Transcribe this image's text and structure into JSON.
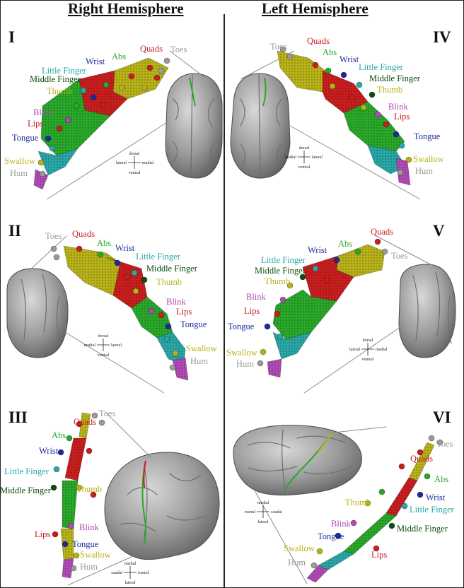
{
  "titles": {
    "right": "Right Hemisphere",
    "left": "Left Hemisphere"
  },
  "panel_labels": [
    "I",
    "II",
    "III",
    "IV",
    "V",
    "VI"
  ],
  "colors": {
    "toes": "#9a9a9a",
    "quads": "#c81e1e",
    "abs": "#2aa82a",
    "wrist": "#1c2a9c",
    "little_finger": "#2aa6a6",
    "middle_finger": "#0e4d0e",
    "thumb": "#b8b21a",
    "blink": "#b04ab4",
    "lips": "#c81e1e",
    "tongue": "#1c2a9c",
    "swallow": "#b8b21a",
    "hum": "#9a9a9a",
    "brain": "#8f8f8f"
  },
  "axis_labels": {
    "dorsal": "dorsal",
    "ventral": "ventral",
    "lateral": "lateral",
    "medial": "medial",
    "rostral": "rostral",
    "caudal": "caudal"
  },
  "panels": {
    "I": {
      "labels": {
        "toes": "Toes",
        "quads": "Quads",
        "abs": "Abs",
        "wrist": "Wrist",
        "little_finger": "Little Finger",
        "middle_finger": "Middle Finger",
        "thumb": "Thumb",
        "blink": "Blink",
        "lips": "Lips",
        "tongue": "Tongue",
        "swallow": "Swallow",
        "hum": "Hum"
      }
    },
    "II": {
      "labels": {
        "toes": "Toes",
        "quads": "Quads",
        "abs": "Abs",
        "wrist": "Wrist",
        "little_finger": "Little Finger",
        "middle_finger": "Middle Finger",
        "thumb": "Thumb",
        "blink": "Blink",
        "lips": "Lips",
        "tongue": "Tongue",
        "swallow": "Swallow",
        "hum": "Hum"
      }
    },
    "III": {
      "labels": {
        "toes": "Toes",
        "quads": "Quads",
        "abs": "Abs",
        "wrist": "Wrist",
        "little_finger": "Little Finger",
        "middle_finger": "Middle Finger",
        "thumb": "Thumb",
        "blink": "Blink",
        "lips": "Lips",
        "tongue": "Tongue",
        "swallow": "Swallow",
        "hum": "Hum"
      }
    },
    "IV": {
      "labels": {
        "toes": "Toes",
        "quads": "Quads",
        "abs": "Abs",
        "wrist": "Wrist",
        "little_finger": "Little Finger",
        "middle_finger": "Middle Finger",
        "thumb": "Thumb",
        "blink": "Blink",
        "lips": "Lips",
        "tongue": "Tongue",
        "swallow": "Swallow",
        "hum": "Hum"
      }
    },
    "V": {
      "labels": {
        "toes": "Toes",
        "quads": "Quads",
        "abs": "Abs",
        "wrist": "Wrist",
        "little_finger": "Little Finger",
        "middle_finger": "Middle Finger",
        "thumb": "Thumb",
        "blink": "Blink",
        "lips": "Lips",
        "tongue": "Tongue",
        "swallow": "Swallow",
        "hum": "Hum"
      }
    },
    "VI": {
      "labels": {
        "toes": "Toes",
        "quads": "Quads",
        "abs": "Abs",
        "wrist": "Wrist",
        "little_finger": "Little Finger",
        "middle_finger": "Middle Finger",
        "thumb": "Thumb",
        "blink": "Blink",
        "lips": "Lips",
        "tongue": "Tongue",
        "swallow": "Swallow",
        "hum": "Hum"
      }
    }
  }
}
